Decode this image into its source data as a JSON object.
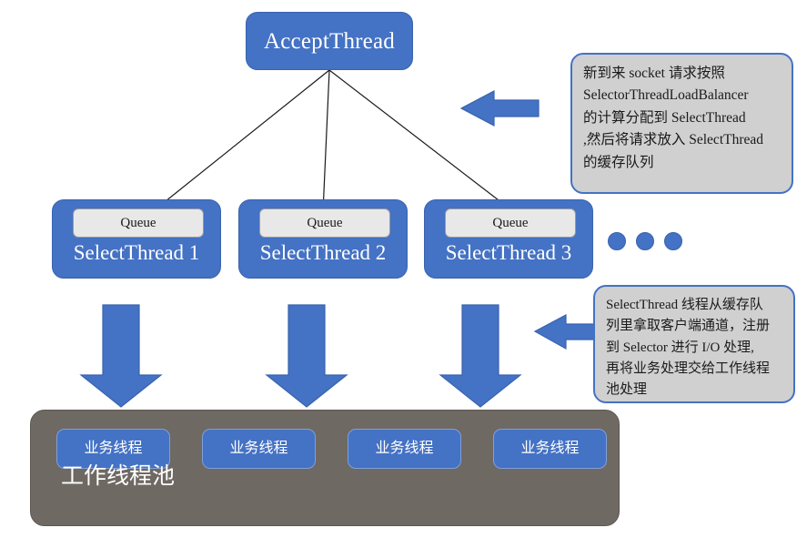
{
  "diagram": {
    "title": "Netty NIO AcceptThread / SelectThread / 工作线程池 架构图",
    "colors": {
      "accent_blue": "#4472C4",
      "blue_border": "#3a63ad",
      "queue_gray": "#e8e8e8",
      "note_gray": "#d0d0d0",
      "pool_gray": "#6f6963",
      "text_white": "#ffffff",
      "text_dark": "#1a1a1a",
      "background": "#ffffff"
    }
  },
  "accept_thread": {
    "label": "AcceptThread"
  },
  "select_threads": [
    {
      "queue_label": "Queue",
      "label": "SelectThread 1"
    },
    {
      "queue_label": "Queue",
      "label": "SelectThread 2"
    },
    {
      "queue_label": "Queue",
      "label": "SelectThread 3"
    }
  ],
  "more_indicator": {
    "icon": "ellipsis-dots",
    "count": 3
  },
  "notes": [
    {
      "icon": "left-arrow-icon",
      "text": "新到来 socket 请求按照\nSelectorThreadLoadBalancer\n的计算分配到 SelectThread\n,然后将请求放入 SelectThread\n的缓存队列"
    },
    {
      "icon": "left-arrow-icon",
      "text": "SelectThread 线程从缓存队\n列里拿取客户端通道，注册\n到 Selector 进行 I/O 处理,\n再将业务处理交给工作线程\n池处理"
    }
  ],
  "flow_arrows": {
    "down_arrow_count": 3,
    "left_arrow_count": 2,
    "connector_count": 3
  },
  "worker_pool": {
    "label": "工作线程池",
    "workers": [
      {
        "label": "业务线程"
      },
      {
        "label": "业务线程"
      },
      {
        "label": "业务线程"
      },
      {
        "label": "业务线程"
      }
    ]
  }
}
